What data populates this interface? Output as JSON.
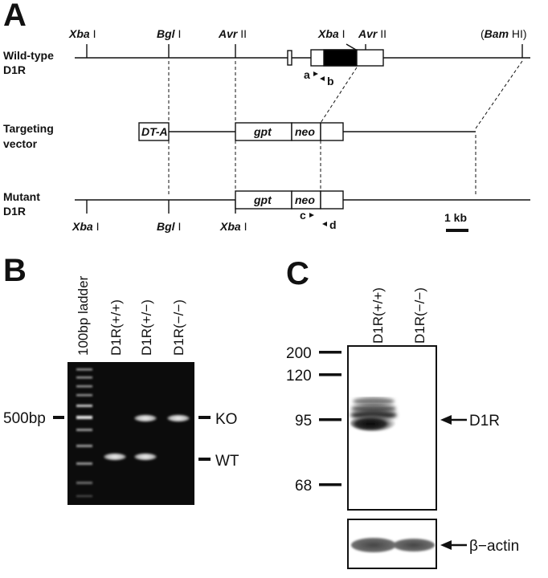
{
  "panel_a": {
    "letter": "A",
    "rows": {
      "wt_line1": "Wild-type",
      "wt_line2": "D1R",
      "tv_line1": "Targeting",
      "tv_line2": "vector",
      "mut_line1": "Mutant",
      "mut_line2": "D1R"
    },
    "sites": {
      "xba_it": "Xba",
      "xba_rom": " I",
      "bgl_it": "Bgl",
      "bgl_rom": " I",
      "avr_it": "Avr",
      "avr_rom": " II",
      "bam_open": "(",
      "bam_it": "Bam",
      "bam_rom": " HI)"
    },
    "boxes": {
      "dta": "DT-A",
      "gpt": "gpt",
      "neo": "neo"
    },
    "primers": {
      "a": "a",
      "b": "b",
      "c": "c",
      "d": "d"
    },
    "scale": "1 kb"
  },
  "panel_b": {
    "letter": "B",
    "lanes": [
      "100bp ladder",
      "D1R(+/+)",
      "D1R(+/−)",
      "D1R(−/−)"
    ],
    "marker": "500bp",
    "bands": {
      "ko": "KO",
      "wt": "WT"
    }
  },
  "panel_c": {
    "letter": "C",
    "lanes": [
      "D1R(+/+)",
      "D1R(−/−)"
    ],
    "mw_markers": [
      "200",
      "120",
      "95",
      "68"
    ],
    "target": "D1R",
    "loading": "β−actin"
  }
}
